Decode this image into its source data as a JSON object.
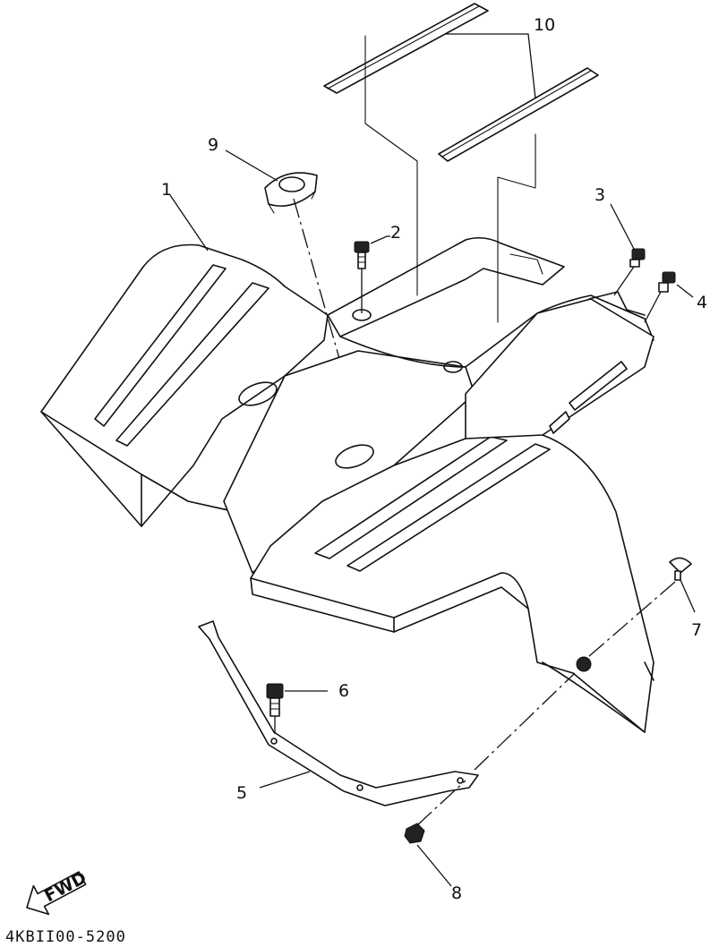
{
  "diagram": {
    "callouts": {
      "c1": "1",
      "c2": "2",
      "c3": "3",
      "c4": "4",
      "c5": "5",
      "c6": "6",
      "c7": "7",
      "c8": "8",
      "c9": "9",
      "c10": "10"
    },
    "fwd_label": "FWD",
    "part_code": "4KBII00-5200"
  }
}
